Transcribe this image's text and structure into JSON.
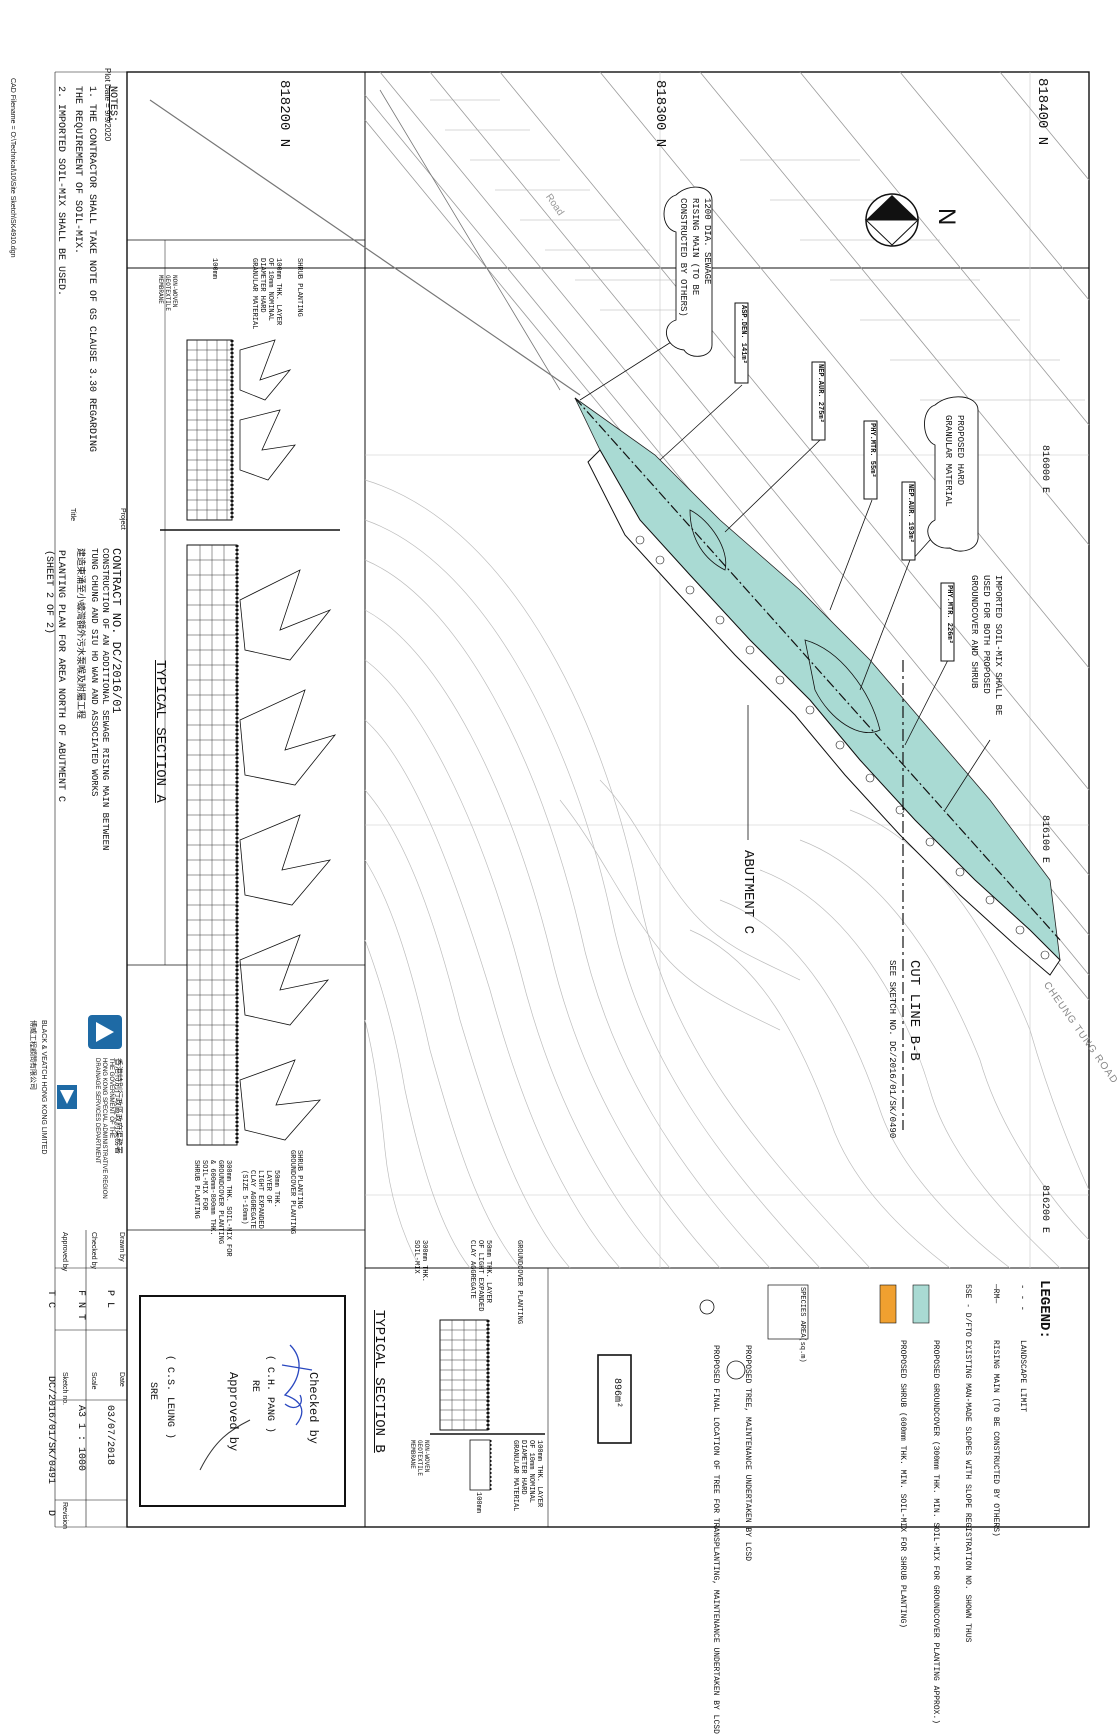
{
  "plot": {
    "date": "Plot Date = 9/9/2020",
    "cad_filename": "CAD Filename = O:\\Technical\\10\\Site Sketch\\SK4910.dgn"
  },
  "grid": {
    "northings": [
      "818400 N",
      "818300 N",
      "818200 N"
    ],
    "eastings": [
      "816000 E",
      "816100 E",
      "816200 E"
    ]
  },
  "map": {
    "north_label": "N",
    "road_label": "Road",
    "cheung_tung_road": "CHEUNG TUNG ROAD",
    "abutment": "ABUTMENT C",
    "cut_line": "CUT LINE B-B",
    "see_sketch": "SEE SKETCH NO. DC/2016/01/SK/0490",
    "sewage_note": [
      "1200 DIA. SEWAGE",
      "RISING MAIN (TO BE",
      "CONSTRUCTED BY OTHERS)"
    ],
    "hard_granular": [
      "PROPOSED HARD",
      "GRANULAR MATERIAL"
    ],
    "soil_mix": [
      "IMPORTED SOIL-MIX SHALL BE",
      "USED FOR BOTH PROPOSED",
      "GROUNDCOVER AND SHRUB"
    ],
    "tags": [
      {
        "label": "ASP.DEN. 141m²"
      },
      {
        "label": "NEP.AUR. 275m²"
      },
      {
        "label": "PHY.MTR. 55m²"
      },
      {
        "label": "NEP.AUR. 193m²"
      },
      {
        "label": "PHY.MTR. 226m²"
      }
    ],
    "colors": {
      "groundcover": "#a9dad3",
      "shrub": "#f0a030",
      "line": "#111111"
    }
  },
  "notes": {
    "heading": "NOTES:",
    "items": [
      "1.  THE CONTRACTOR SHALL TAKE NOTE OF GS CLAUSE 3.30 REGARDING",
      "     THE REQUIREMENT OF SOIL-MIX.",
      "2.  IMPORTED SOIL-MIX SHALL BE USED."
    ]
  },
  "section_a": {
    "title": "TYPICAL SECTION A",
    "left_labels": [
      "SHRUB PLANTING",
      "100mm THK. LAYER",
      "OF 10mm NOMINAL",
      "DIAMETER HARD",
      "GRANULAR MATERIAL",
      "100mm",
      "NON-WOVEN",
      "GEOTEXTILE",
      "MEMBRANE"
    ],
    "right_labels": [
      "SHRUB PLANTING",
      "GROUNDCOVER PLANTING",
      "50mm THK.",
      "LAYER OF",
      "LIGHT EXPANDED",
      "CLAY AGGREGATE",
      "(SIZE 5-10mm)",
      "300mm THK. SOIL-MIX FOR",
      "GROUNDCOVER PLANTING",
      "& 600mm-800mm THK.",
      "SOIL-MIX FOR",
      "SHRUB PLANTING"
    ]
  },
  "section_b": {
    "title": "TYPICAL SECTION B",
    "labels": [
      "GROUNDCOVER PLANTING",
      "50mm THK. LAYER",
      "OF LIGHT EXPANDED",
      "CLAY AGGREGATE",
      "300mm THK.",
      "SOIL-MIX",
      "100mm THK. LAYER",
      "OF 10mm NOMINAL",
      "DIAMETER HARD",
      "GRANULAR MATERIAL",
      "100mm",
      "NON-WOVEN",
      "GEOTEXTILE",
      "MEMBRANE"
    ]
  },
  "legend": {
    "heading": "LEGEND:",
    "items": [
      {
        "symbol": "- - -",
        "text": "LANDSCAPE LIMIT"
      },
      {
        "symbol": "—RM—",
        "text": "RISING MAIN (TO BE CONSTRUCTED BY OTHERS)"
      },
      {
        "symbol": "5SE - D/FTO",
        "text": "EXISTING MAN-MADE SLOPES WITH SLOPE REGISTRATION NO. SHOWN THUS"
      },
      {
        "symbol": "",
        "text": "PROPOSED GROUNDCOVER (300mm THK. MIN. SOIL-MIX FOR GROUNDCOVER PLANTING APPROX.)"
      },
      {
        "symbol": "",
        "text": "PROPOSED SHRUB (600mm THK. MIN. SOIL-MIX FOR SHRUB PLANTING)"
      },
      {
        "symbol": "SPECIES AREA(sq.m)",
        "text": ""
      },
      {
        "symbol": "",
        "text": "PROPOSED TREE, MAINTENANCE UNDERTAKEN BY LCSD"
      },
      {
        "symbol": "",
        "text": "PROPOSED FINAL LOCATION OF TREE FOR TRANSPLANTING, MAINTENANCE UNDERTAKEN BY LCSD"
      }
    ],
    "area_total": "896m²"
  },
  "title_block": {
    "project_label": "Project",
    "contract": "CONTRACT NO. DC/2016/01",
    "project_lines": [
      "CONSTRUCTION OF AN ADDITIONAL SEWAGE RISING MAIN BETWEEN",
      "TUNG CHUNG AND SIU HO WAN AND ASSOCIATED WORKS",
      "建造東涌至小蠔灣額外污水泵喉及附屬工程"
    ],
    "title_label": "Title",
    "title_lines": [
      "PLANTING PLAN FOR AREA NORTH OF ABUTMENT C",
      "(SHEET 2 OF 2)"
    ],
    "dsd_lines": [
      "香港特別行政區政府渠務署",
      "THE GOVERNMENT OF THE",
      "HONG KONG SPECIAL ADMINISTRATIVE REGION",
      "DRAINAGE SERVICES DEPARTMENT"
    ],
    "bv_lines": [
      "BLACK & VEATCH HONG KONG LIMITED",
      "博威工程顧問有限公司"
    ],
    "drawn_label": "Drawn by",
    "drawn": "P L",
    "checked_label": "Checked by",
    "checked": "F N T",
    "approved_label": "Approved by",
    "approved": "T C",
    "date_label": "Date",
    "date": "03/07/2018",
    "scale_label": "Scale",
    "scale": "A3 1 : 1000",
    "sketch_label": "Sketch no.",
    "sketch": "DC/2016/01/SK/0491",
    "revision_label": "Revision",
    "revision": "D"
  },
  "approval_box": {
    "checked_by": "Checked by",
    "checker": "( C.H. PANG )",
    "checker_role": "RE",
    "approved_by": "Approved by",
    "approver": "( C.S. LEUNG )",
    "approver_role": "SRE"
  }
}
